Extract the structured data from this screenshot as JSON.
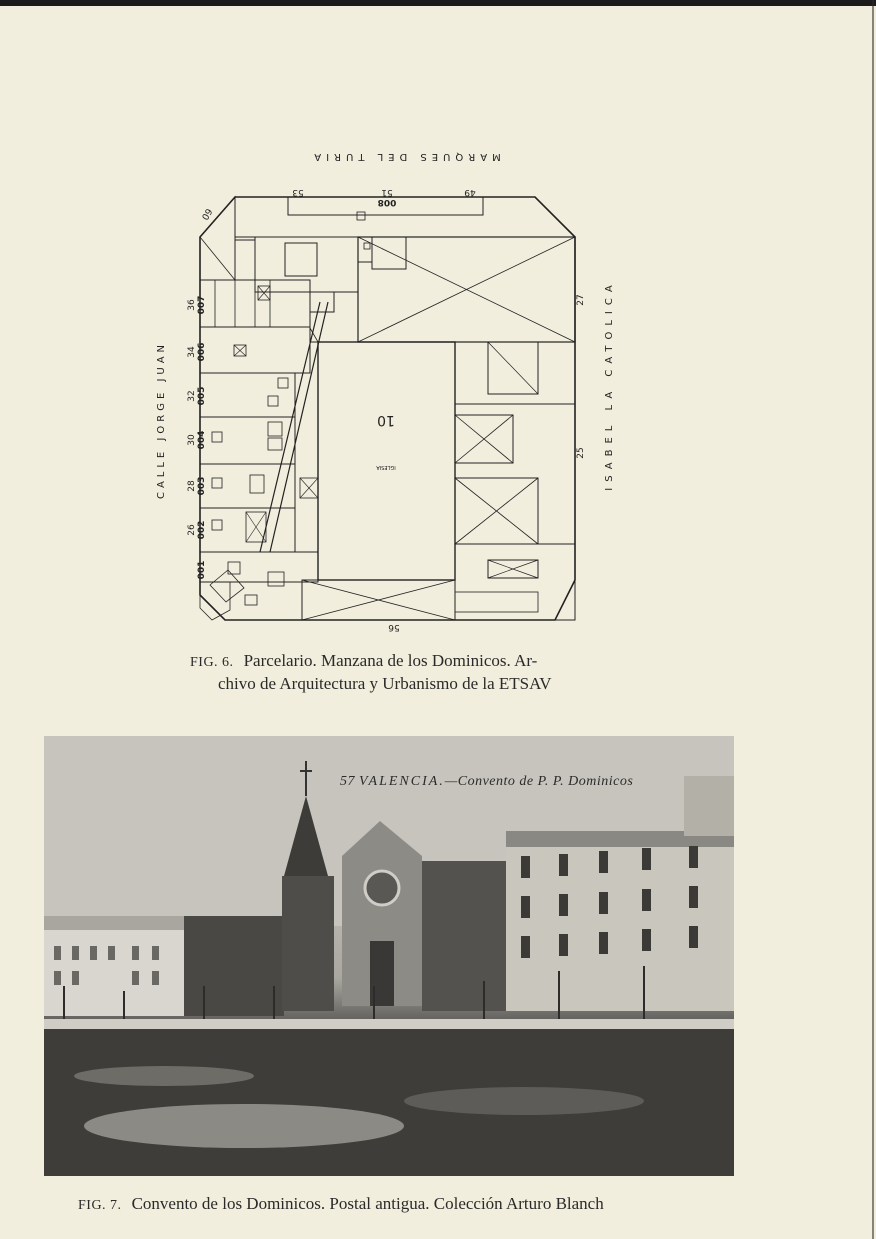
{
  "figure6": {
    "plan": {
      "street_top": "MARQUES DEL TURIA",
      "street_left": "CALLE JORGE JUAN",
      "street_right": "ISABEL LA CATOLICA",
      "top_numbers": [
        "53",
        "51",
        "49"
      ],
      "top_lot": "008",
      "corner_lot": "09",
      "left_lots": [
        "007",
        "006",
        "005",
        "004",
        "003",
        "002",
        "001"
      ],
      "left_numbers": [
        "36",
        "34",
        "32",
        "30",
        "28",
        "26"
      ],
      "center_lot": "10",
      "center_label": "IGLESIA",
      "right_numbers": [
        "27",
        "25"
      ],
      "bottom_number": "56"
    },
    "caption_label": "FIG. 6.",
    "caption_line1": "Parcelario. Manzana de los Dominicos. Ar-",
    "caption_line2": "chivo de Arquitectura y Urbanismo de la ETSAV"
  },
  "figure7": {
    "photo_caption_number": "57",
    "photo_caption_city": "VALENCIA.",
    "photo_caption_text": "—Convento de P. P. Dominicos",
    "caption_label": "FIG. 7.",
    "caption_text": "Convento de los Dominicos. Postal antigua. Colección Arturo Blanch"
  }
}
